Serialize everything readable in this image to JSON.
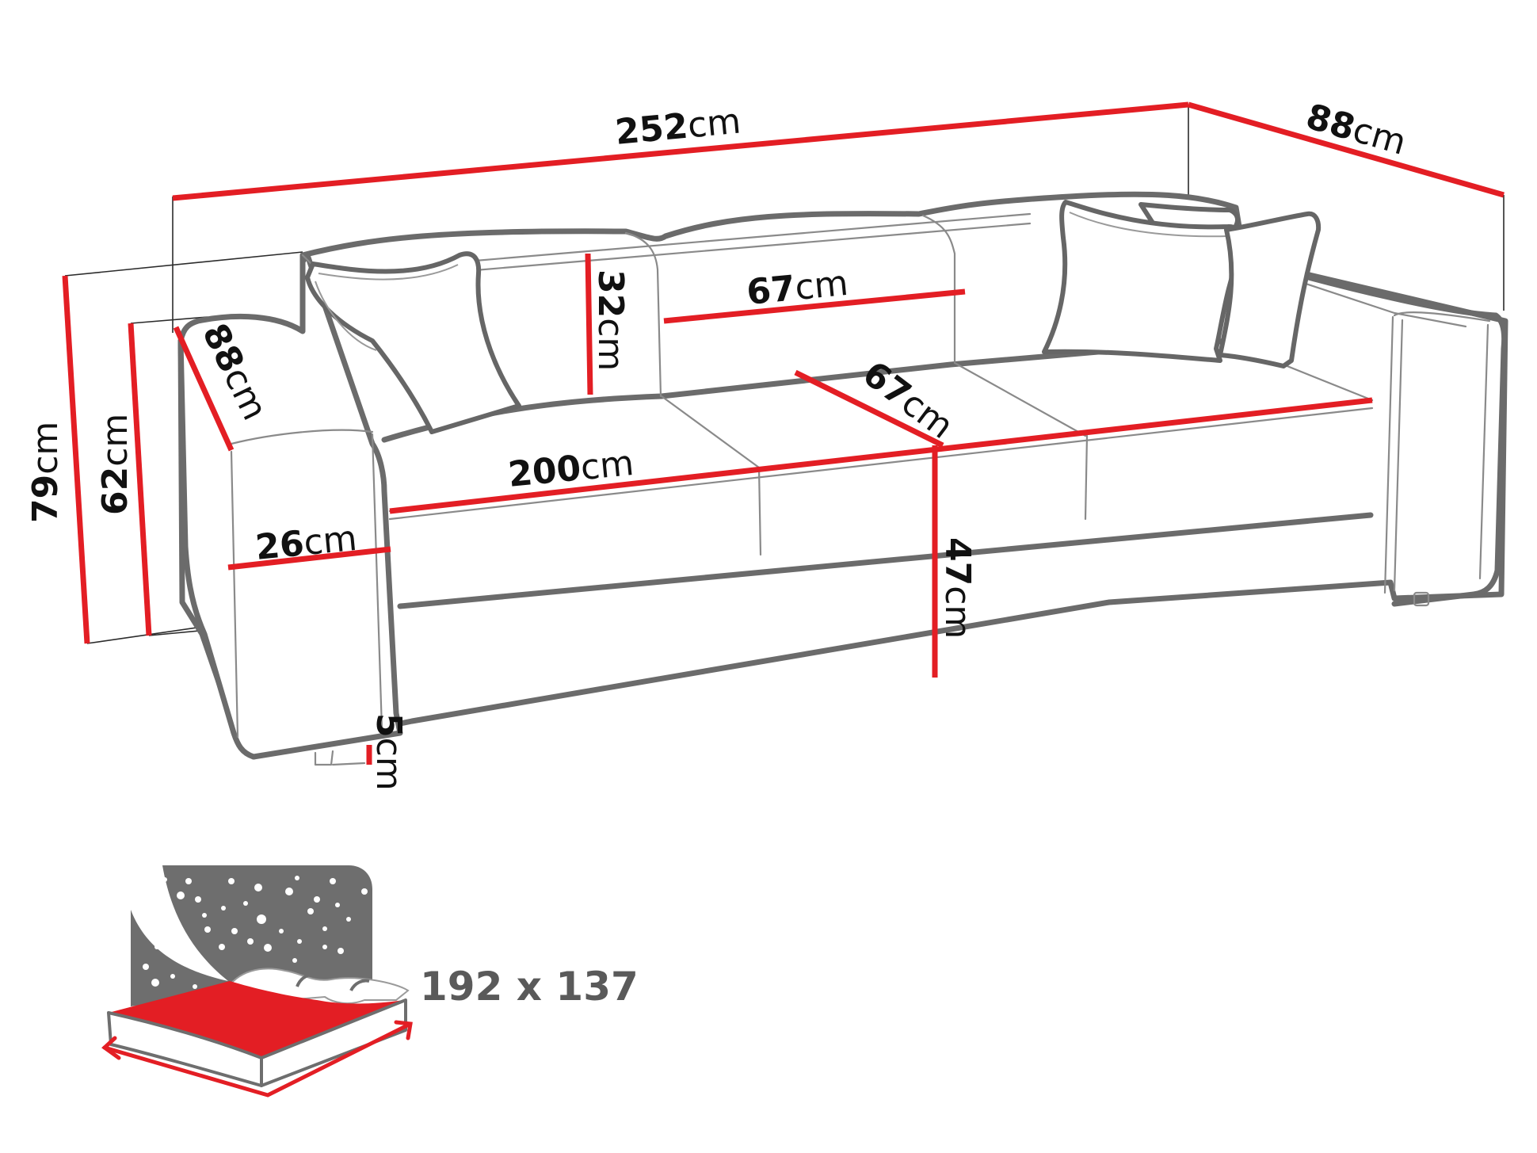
{
  "colors": {
    "dimension_line": "#e31e24",
    "outline": "#6b6b6b",
    "label_text": "#111111",
    "sleep_icon_sky": "#6e6e6e",
    "sleep_icon_mattress_top": "#e31e24",
    "bed_size_text": "#5a5a5a"
  },
  "diagram": {
    "subject": "three-seat sofa bed with four scatter cushions",
    "unit": "cm",
    "dimensions": {
      "total_width": {
        "value": "252",
        "unit": "cm"
      },
      "total_depth": {
        "value": "88",
        "unit": "cm"
      },
      "armrest_depth": {
        "value": "88",
        "unit": "cm"
      },
      "total_height": {
        "value": "79",
        "unit": "cm"
      },
      "armrest_height": {
        "value": "62",
        "unit": "cm"
      },
      "backrest_height": {
        "value": "32",
        "unit": "cm"
      },
      "backrest_width": {
        "value": "67",
        "unit": "cm"
      },
      "seat_depth": {
        "value": "67",
        "unit": "cm"
      },
      "seat_width": {
        "value": "200",
        "unit": "cm"
      },
      "armrest_width": {
        "value": "26",
        "unit": "cm"
      },
      "seat_height": {
        "value": "47",
        "unit": "cm"
      },
      "leg_height": {
        "value": "5",
        "unit": "cm"
      }
    }
  },
  "sleeping_area": {
    "icon": "bed-night-sky-icon",
    "size_text": "192 x 137"
  }
}
